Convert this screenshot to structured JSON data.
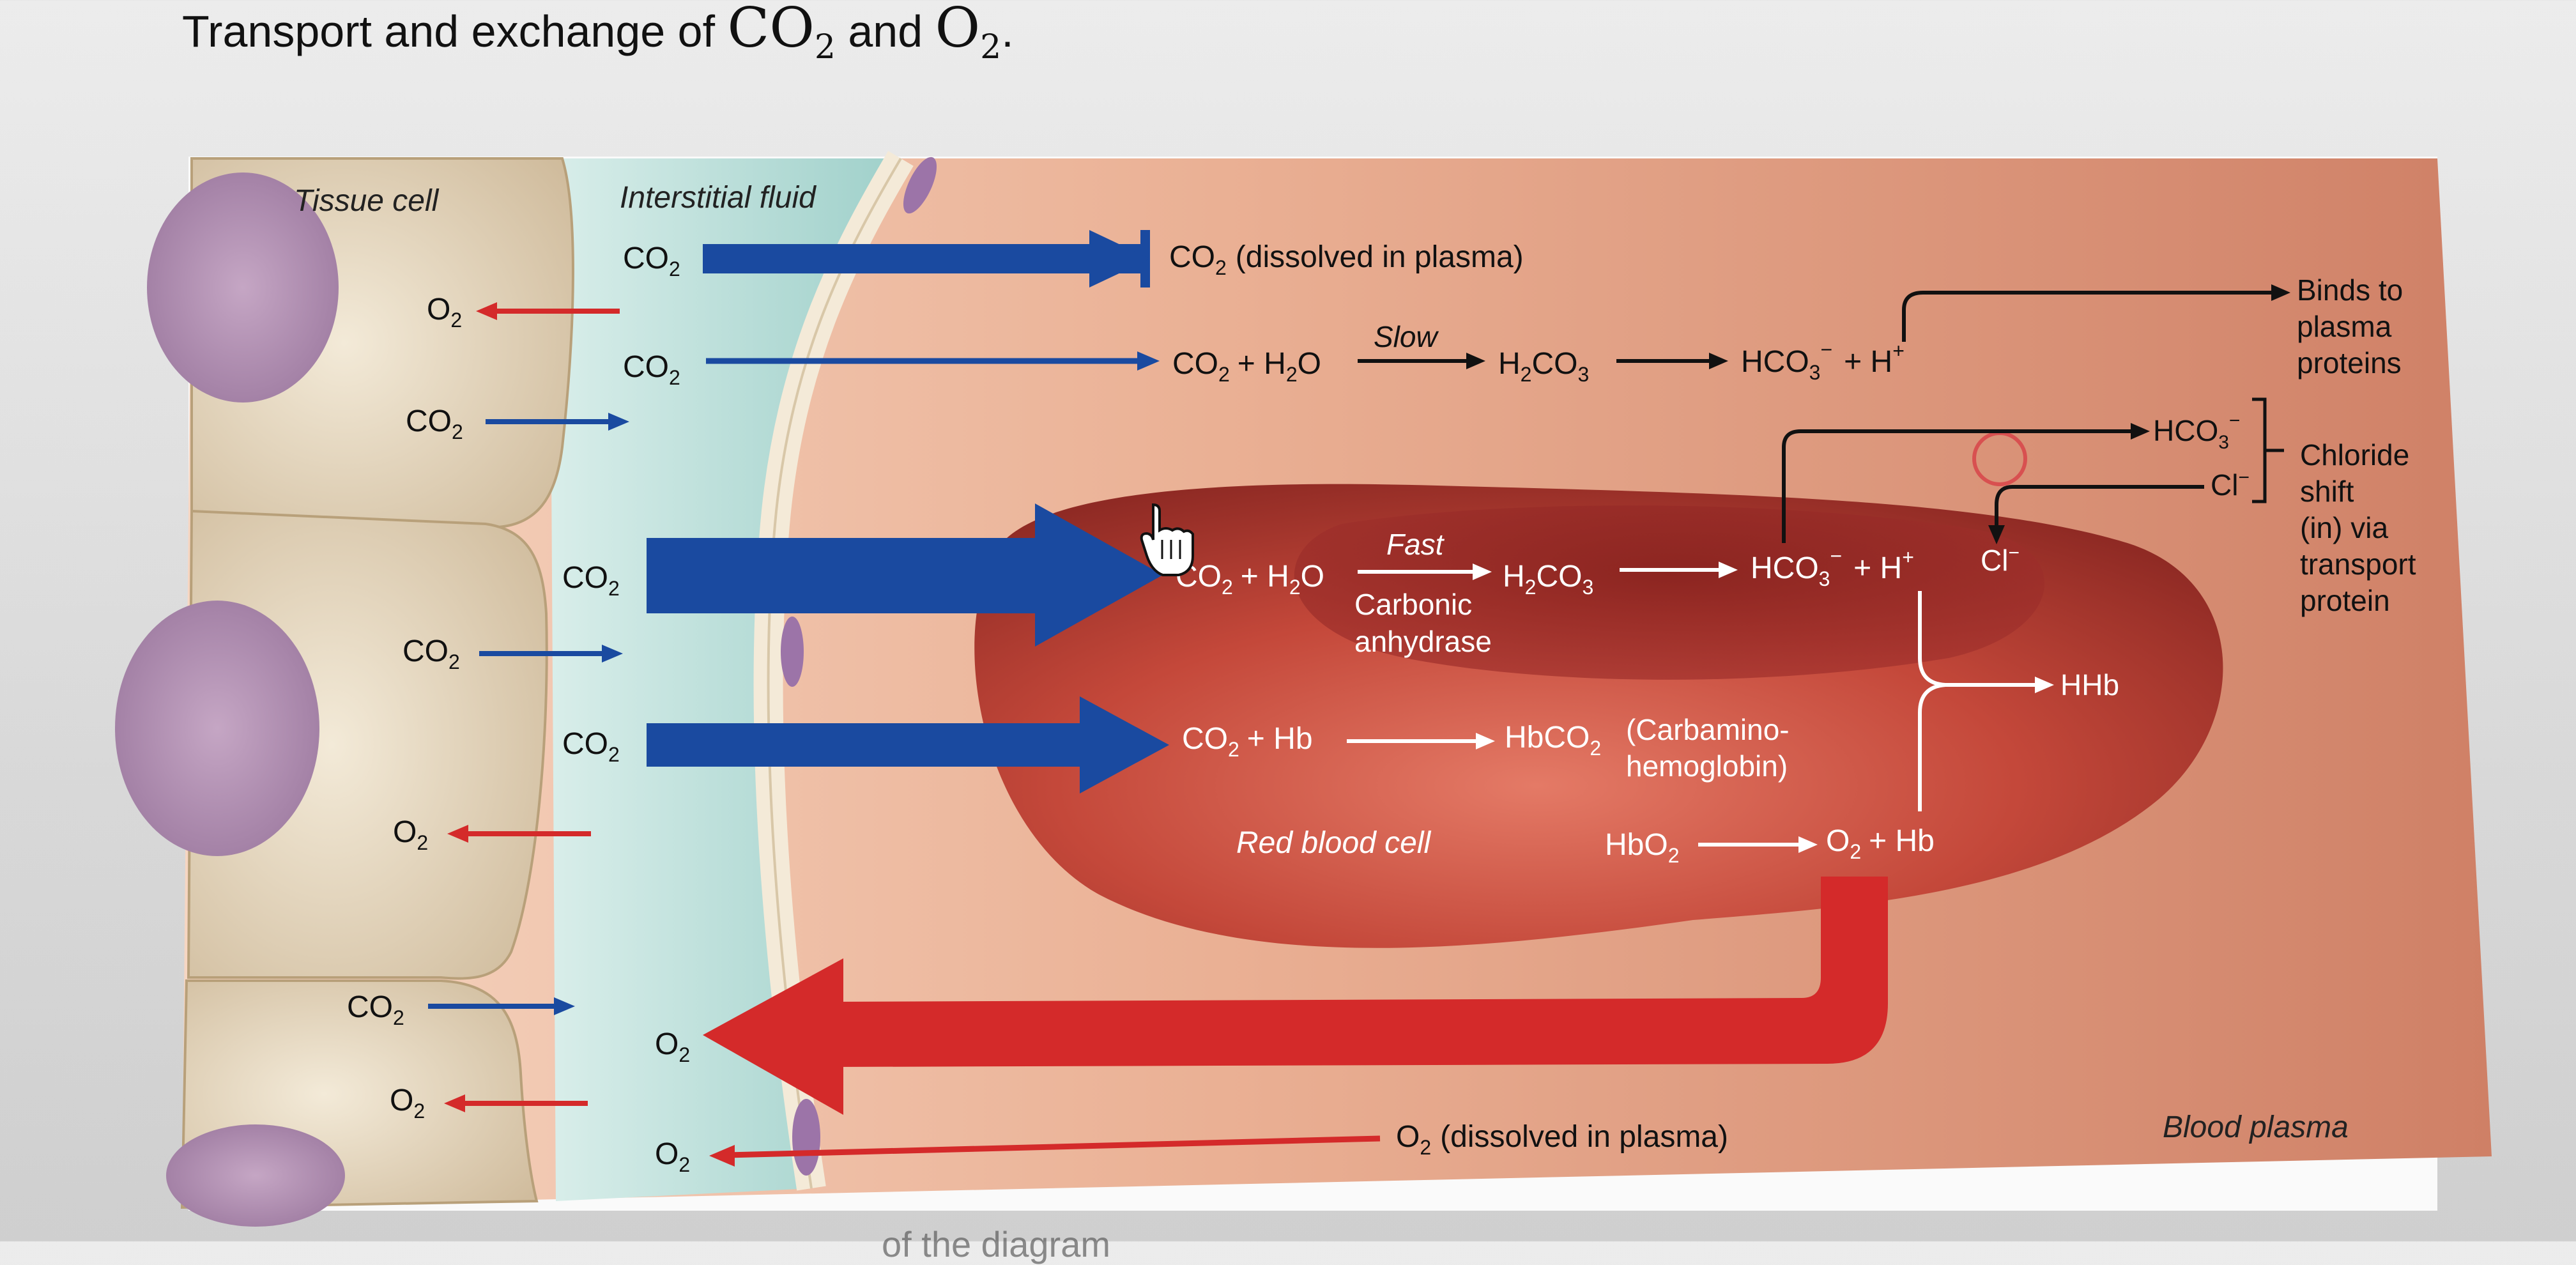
{
  "title": {
    "prefix": "Transport and exchange of",
    "co2_base": "CO",
    "co2_sub": "2",
    "middle": "and",
    "o2_base": "O",
    "o2_sub": "2",
    "suffix": "."
  },
  "regions": {
    "tissue_cell": "Tissue cell",
    "interstitial_fluid": "Interstitial fluid",
    "red_blood_cell": "Red blood cell",
    "blood_plasma": "Blood plasma"
  },
  "species": {
    "co2": {
      "base": "CO",
      "sub": "2"
    },
    "o2": {
      "base": "O",
      "sub": "2"
    }
  },
  "plasma_pathway": {
    "dissolved_co2": "(dissolved in plasma)",
    "slow_label": "Slow",
    "reactants_1": "CO",
    "plus_h2o": "+ H",
    "o_tail": "O",
    "h2co3_a": "H",
    "h2co3_b": "CO",
    "h2co3_sub3": "3",
    "hco3": "HCO",
    "hco3_charge": "−",
    "plus_h": "+ H",
    "h_charge": "+",
    "binds_line1": "Binds to",
    "binds_line2": "plasma",
    "binds_line3": "proteins"
  },
  "rbc_pathway": {
    "fast_label": "Fast",
    "enzyme_line1": "Carbonic",
    "enzyme_line2": "anhydrase",
    "cl": "Cl",
    "cl_charge": "−",
    "hhb": "HHb",
    "plus_hb": "+ Hb",
    "hbco2_a": "HbCO",
    "carbamino_line1": "(Carbamino-",
    "carbamino_line2": "hemoglobin)",
    "hbo2_a": "HbO"
  },
  "chloride_shift": {
    "line1": "Chloride",
    "line2": "shift",
    "line3": "(in) via",
    "line4": "transport",
    "line5": "protein"
  },
  "dissolved_o2": "(dissolved in plasma)",
  "bottom_caption": "of the diagram",
  "colors": {
    "co2_blue": "#1a4aa0",
    "o2_red": "#d42a2a",
    "plasma_bg": "#e9a88a",
    "rbc": "#c4483a",
    "fluid": "#bfe3df",
    "cell": "#e8dcc4"
  },
  "icons": {
    "cursor": "hand-pointer-icon"
  }
}
